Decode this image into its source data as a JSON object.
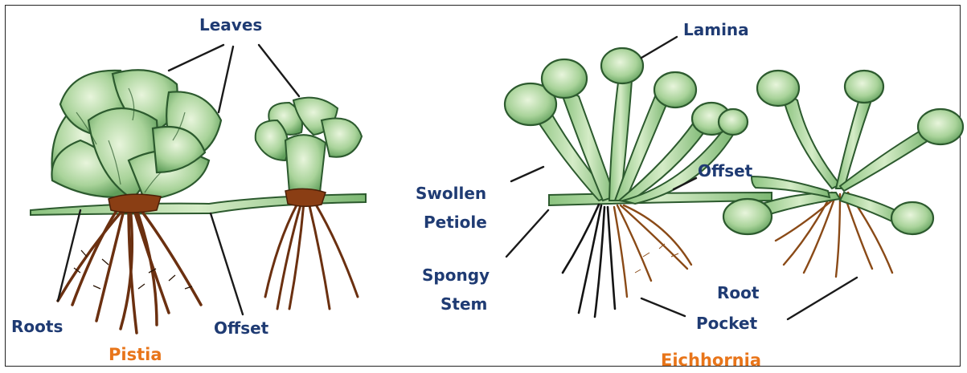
{
  "labels": {
    "leaves": "Leaves",
    "lamina": "Lamina",
    "swollen": "Swollen",
    "petiole": "Petiole",
    "offset_right": "Offset",
    "spongy": "Spongy",
    "stem": "Stem",
    "root": "Root",
    "pocket": "Pocket",
    "roots": "Roots",
    "offset_left": "Offset"
  },
  "titles": {
    "pistia": "Pistia",
    "eichhornia": "Eichhornia"
  },
  "colors": {
    "label": "#1f3b73",
    "title": "#e8751a",
    "leaf_fill": "#b9dca9",
    "leaf_stroke": "#2c5a2e",
    "root_brown": "#7a3a12",
    "root_dark": "#1a1a1a"
  }
}
